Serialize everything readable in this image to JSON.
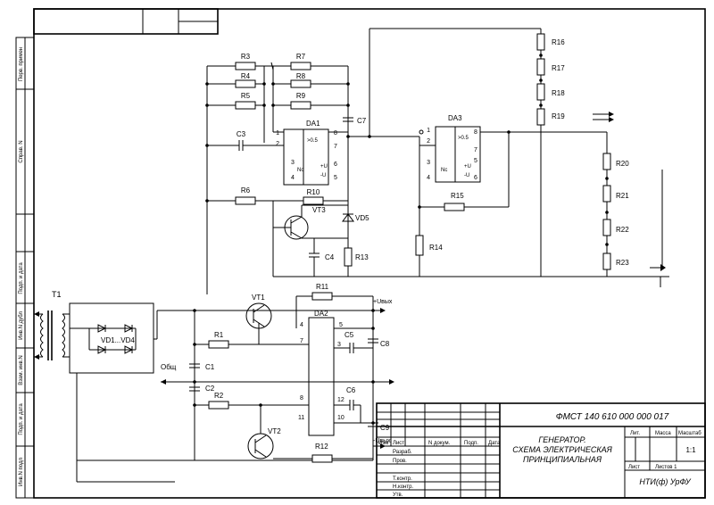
{
  "frame": {
    "side_labels": [
      "Перв. примен",
      "Справ. N",
      "Подп. и дата",
      "Инв.N дубл",
      "Взам. инв.N",
      "Подп. и дата",
      "Инв.N подл"
    ]
  },
  "components": {
    "resistors": [
      "R1",
      "R2",
      "R3",
      "R4",
      "R5",
      "R6",
      "R7",
      "R8",
      "R9",
      "R10",
      "R11",
      "R12",
      "R13",
      "R14",
      "R15",
      "R16",
      "R17",
      "R18",
      "R19",
      "R20",
      "R21",
      "R22",
      "R23"
    ],
    "capacitors": [
      "C1",
      "C2",
      "C3",
      "C4",
      "C5",
      "C6",
      "C7",
      "C8",
      "C9"
    ],
    "transistors": [
      "VT1",
      "VT2",
      "VT3"
    ],
    "transformer": "T1",
    "diode_bridge": "VD1...VD4",
    "diode": "VD5",
    "ground_label": "Общ",
    "output_pos": "+Uвых",
    "output_neg": "-Uвых"
  },
  "opamps": [
    {
      "name": "DA1",
      "pins_left": [
        "1",
        "2",
        "3",
        "4"
      ],
      "pins_right": [
        "8",
        "7",
        "6",
        "5"
      ],
      "inner": [
        ">0.5",
        "Nc",
        "+U",
        "-U"
      ]
    },
    {
      "name": "DA3",
      "pins_left": [
        "1",
        "2",
        "3",
        "4"
      ],
      "pins_right": [
        "8",
        "7",
        "5",
        "6"
      ],
      "inner": [
        ">0.5",
        "Nc",
        "+U",
        "-U"
      ]
    }
  ],
  "regulator": {
    "name": "DA2",
    "pins": [
      "4",
      "5",
      "7",
      "3",
      "8",
      "12",
      "11",
      "10"
    ]
  },
  "title_block": {
    "code": "ФМСТ 140 610 000 000 017",
    "title_line1": "ГЕНЕРАТОР.",
    "title_line2": "СХЕМА ЭЛЕКТРИЧЕСКАЯ",
    "title_line3": "ПРИНЦИПИАЛЬНАЯ",
    "col_headers": [
      "Изм",
      "Лист",
      "N докум.",
      "Подп.",
      "Дата"
    ],
    "rows": [
      "Разраб.",
      "Пров.",
      "Т.контр.",
      "Н.контр.",
      "Утв."
    ],
    "lit_header": "Лит.",
    "mass_header": "Масса",
    "scale_header": "Масштаб",
    "scale": "1:1",
    "sheet": "Лист",
    "sheets": "Листов 1",
    "org": "НТИ(ф) УрФУ"
  }
}
